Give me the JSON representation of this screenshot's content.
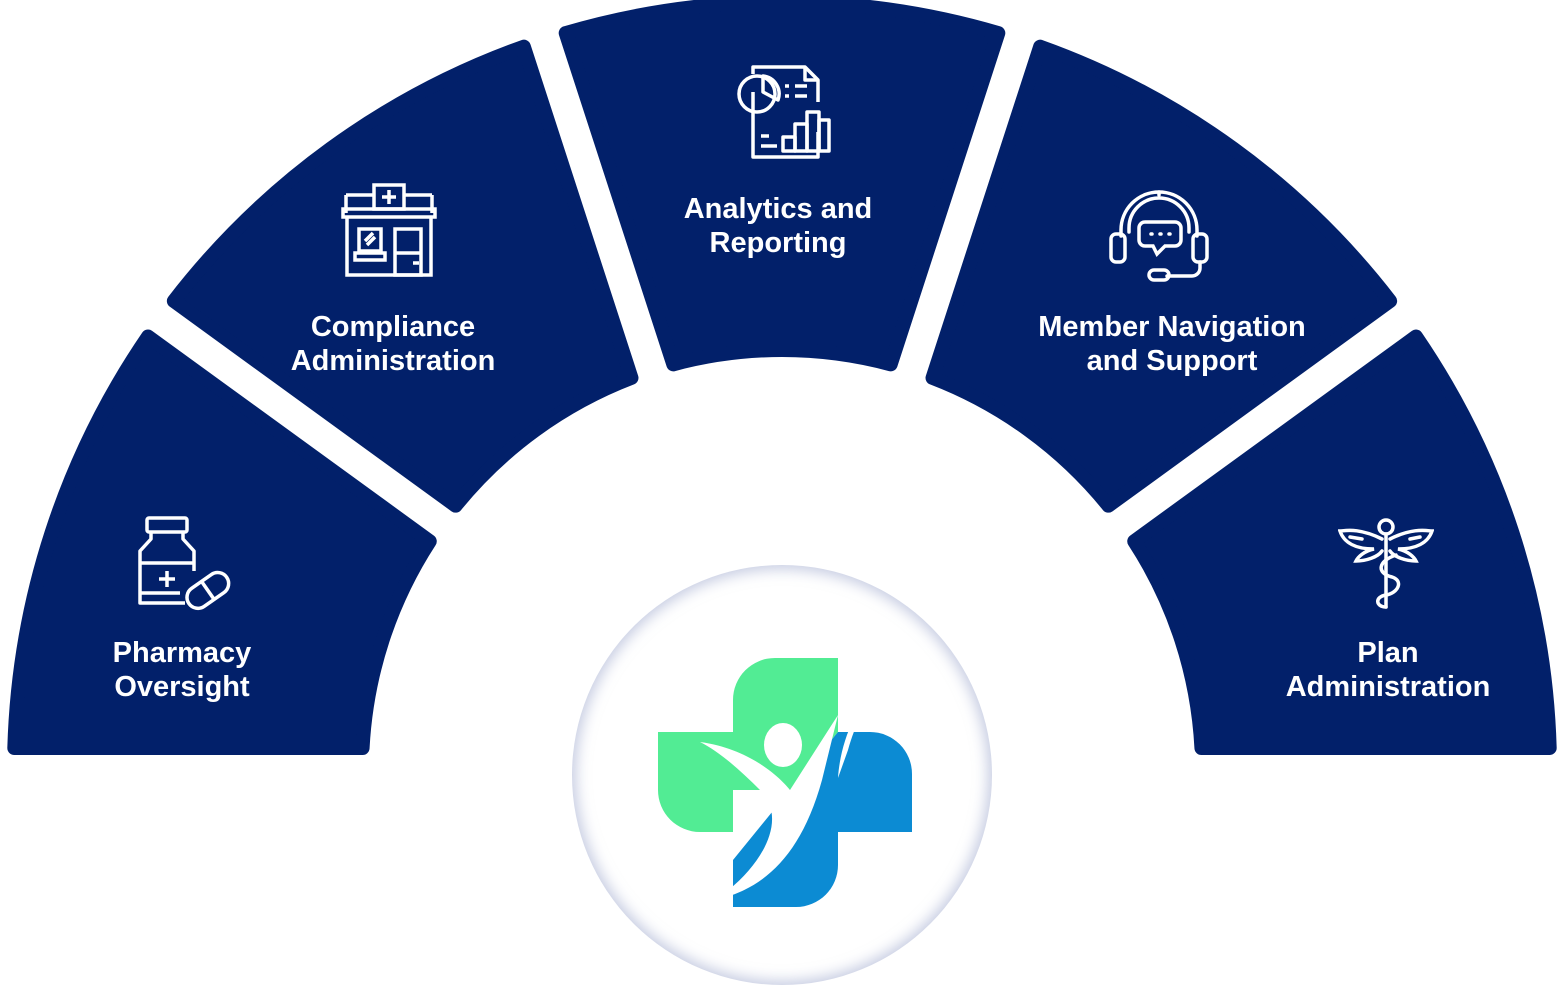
{
  "colors": {
    "segment": "#02206a",
    "icon": "#ffffff",
    "logo_green": "#52ec94",
    "logo_blue": "#0c8bd3"
  },
  "segments": [
    {
      "id": "pharmacy",
      "lines": [
        "Pharmacy",
        "Oversight"
      ],
      "icon": "medicine-bottle-pill-icon"
    },
    {
      "id": "compliance",
      "lines": [
        "Compliance",
        "Administration"
      ],
      "icon": "pharmacy-building-icon"
    },
    {
      "id": "analytics",
      "lines": [
        "Analytics and",
        "Reporting"
      ],
      "icon": "report-chart-icon"
    },
    {
      "id": "member",
      "lines": [
        "Member Navigation",
        "and Support"
      ],
      "icon": "headset-support-icon"
    },
    {
      "id": "plan",
      "lines": [
        "Plan",
        "Administration"
      ],
      "icon": "caduceus-icon"
    }
  ],
  "hub": {
    "icon": "health-cross-person-logo"
  }
}
